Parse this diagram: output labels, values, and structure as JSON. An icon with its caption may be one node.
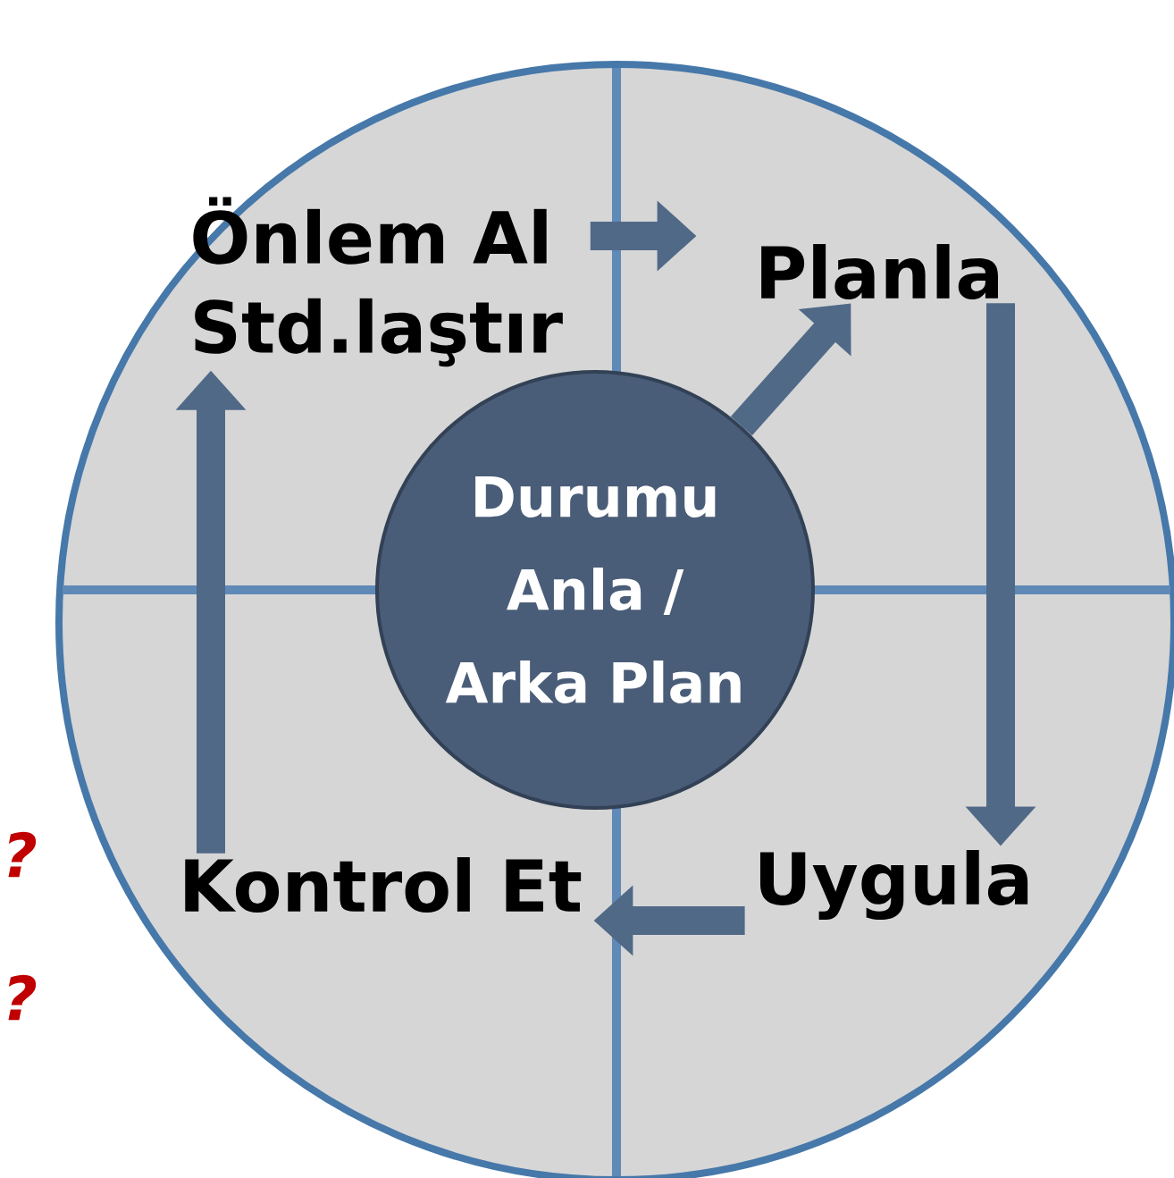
{
  "diagram": {
    "nodes": [
      {
        "text": [],
        "shape": "circle"
      },
      {
        "text": [
          "Önlem Al Std.laştır"
        ],
        "in": 0
      },
      {
        "text": [
          "Planla"
        ],
        "in": 0
      },
      {
        "text": [
          "Durumu Anla / Arka Plan"
        ],
        "in": 0
      },
      {
        "text": [
          "Kontrol Et"
        ],
        "in": 0
      },
      {
        "text": [
          "Uygula"
        ],
        "in": 0
      }
    ],
    "edges": [
      {
        "from": 1,
        "to": 2,
        "arrow": "to"
      },
      {
        "from": 2,
        "to": 5,
        "arrow": "to"
      },
      {
        "from": 5,
        "to": 4,
        "arrow": "to"
      },
      {
        "from": 4,
        "to": 1,
        "arrow": "to"
      },
      {
        "from": 3,
        "to": 2,
        "arrow": "to"
      }
    ],
    "labels": [
      "?",
      "?"
    ]
  }
}
